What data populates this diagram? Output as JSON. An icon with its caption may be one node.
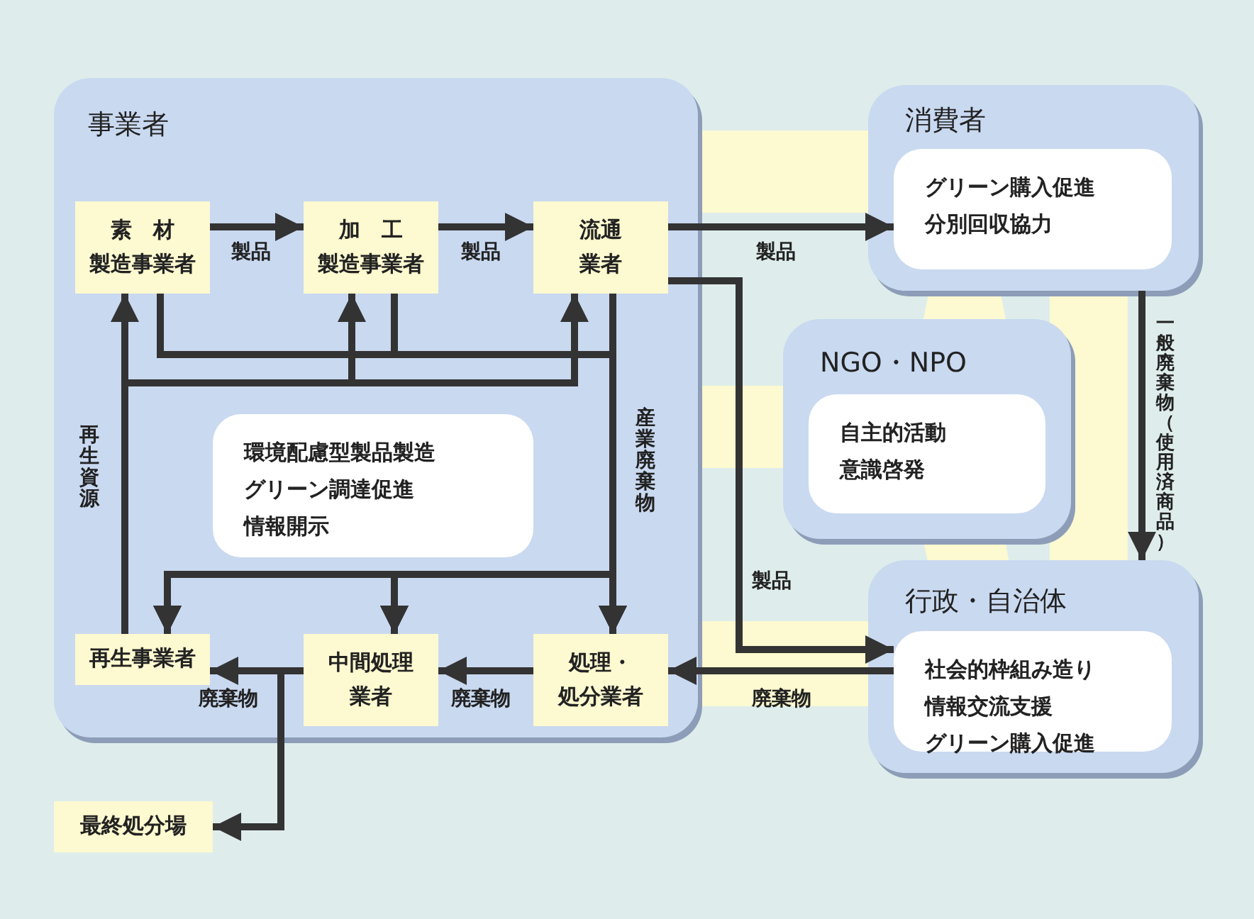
{
  "diagram": {
    "nodes": [
      {
        "text": [
          "事業者"
        ]
      },
      {
        "text": [
          "素　材製造事業者"
        ],
        "in": 0
      },
      {
        "text": [
          "加　工製造事業者"
        ],
        "in": 0
      },
      {
        "text": [
          "流通業者"
        ],
        "in": 0
      },
      {
        "text": [
          "環境配慮型製品製造",
          "グリーン調達促進",
          "情報開示"
        ],
        "in": 0
      },
      {
        "text": [
          "再生事業者"
        ],
        "in": 0
      },
      {
        "text": [
          "中間処理業者"
        ],
        "in": 0
      },
      {
        "text": [
          "処理・処分業者"
        ],
        "in": 0
      },
      {
        "text": [
          "最終処分場"
        ]
      },
      {
        "text": [
          "消費者"
        ]
      },
      {
        "text": [
          "グリーン購入促進",
          "分別回収協力"
        ],
        "in": 9
      },
      {
        "text": [
          "NGO・NPO"
        ]
      },
      {
        "text": [
          "自主的活動",
          "意識啓発"
        ],
        "in": 11
      },
      {
        "text": [
          "行政・自治体"
        ]
      },
      {
        "text": [
          "社会的枠組み造り",
          "情報交流支援",
          "グリーン購入促進"
        ],
        "in": 13
      }
    ],
    "edges": [
      {
        "from": 1,
        "to": 2,
        "arrow": "to",
        "label": "製品"
      },
      {
        "from": 2,
        "to": 3,
        "arrow": "to",
        "label": "製品"
      },
      {
        "from": 3,
        "to": 10,
        "arrow": "to",
        "label": "製品"
      },
      {
        "from": 3,
        "to": 14,
        "arrow": "to",
        "label": "製品"
      },
      {
        "from": 14,
        "to": 7,
        "arrow": "to",
        "label": "廃棄物"
      },
      {
        "from": 9,
        "to": 13,
        "arrow": "to",
        "label": "一般廃棄物（使用済商品）"
      },
      {
        "from": 7,
        "to": 6,
        "arrow": "to",
        "label": "廃棄物"
      },
      {
        "from": 6,
        "to": 5,
        "arrow": "to",
        "label": "廃棄物"
      },
      {
        "from": 6,
        "to": 8,
        "arrow": "to"
      },
      {
        "from": 5,
        "to": 1,
        "arrow": "to",
        "label": "再生資源"
      },
      {
        "from": 5,
        "to": 2,
        "arrow": "to"
      },
      {
        "from": 5,
        "to": 3,
        "arrow": "to"
      },
      {
        "from": 1,
        "to": 5,
        "arrow": "to"
      },
      {
        "from": 1,
        "to": 6,
        "arrow": "to"
      },
      {
        "from": 1,
        "to": 7,
        "arrow": "to"
      },
      {
        "from": 2,
        "to": 5,
        "arrow": "to"
      },
      {
        "from": 2,
        "to": 6,
        "arrow": "to"
      },
      {
        "from": 2,
        "to": 7,
        "arrow": "to"
      },
      {
        "from": 3,
        "to": 5,
        "arrow": "to"
      },
      {
        "from": 3,
        "to": 6,
        "arrow": "to"
      },
      {
        "from": 3,
        "to": 7,
        "arrow": "to",
        "label": "産業廃棄物"
      }
    ]
  }
}
